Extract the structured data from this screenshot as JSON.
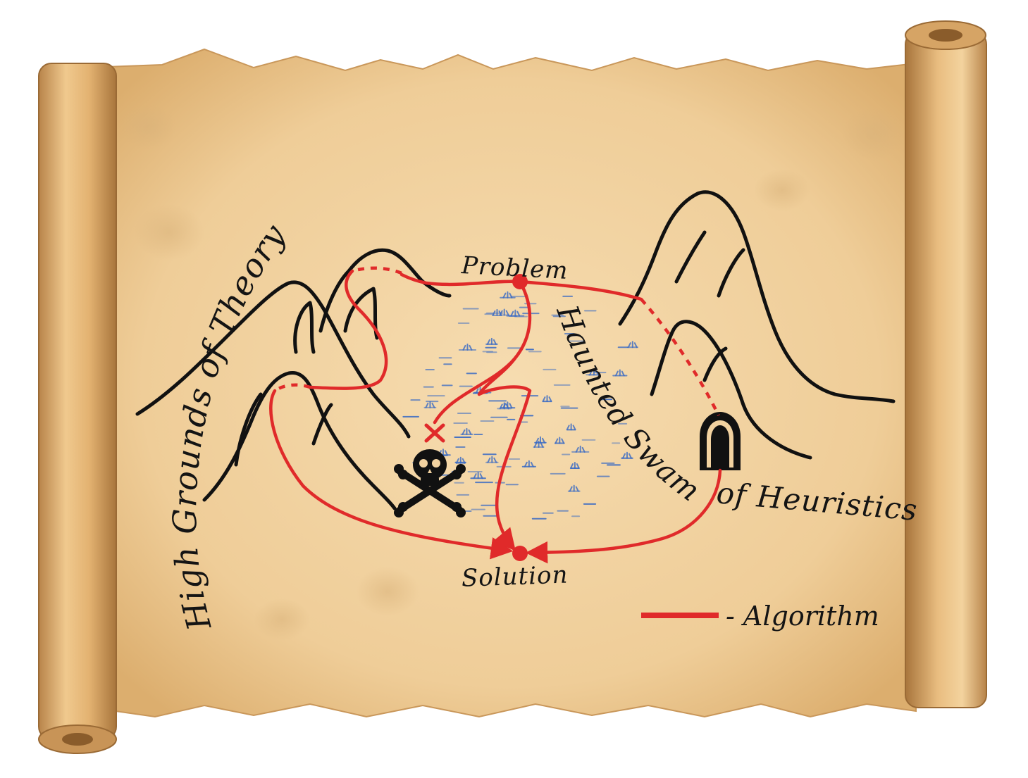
{
  "map": {
    "region_theory": "High Grounds of Theory",
    "region_swamps": "Haunted Swamps",
    "region_heuristics": "of Heuristics",
    "node_start": "Problem",
    "node_goal": "Solution"
  },
  "legend": {
    "label": "- Algorithm",
    "color": "#e02a2a"
  },
  "icons": {
    "hazard": "skull-crossbones-icon",
    "dead_end": "x-mark-icon",
    "tunnel": "tunnel-icon"
  },
  "colors": {
    "parchment": "#f2d2a0",
    "roll": "#d9a869",
    "ink": "#141414",
    "route": "#e02a2a",
    "swamp": "#3a6bc4"
  }
}
